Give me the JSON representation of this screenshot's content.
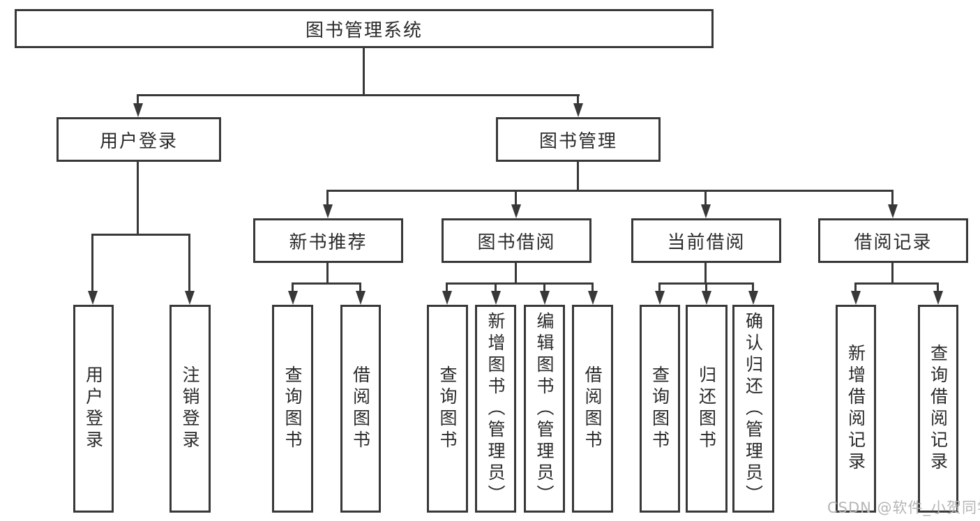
{
  "tree": {
    "label": "图书管理系统",
    "children": [
      {
        "label": "用户登录",
        "children": [
          {
            "label": "用户登录"
          },
          {
            "label": "注销登录"
          }
        ]
      },
      {
        "label": "图书管理",
        "children": [
          {
            "label": "新书推荐",
            "children": [
              {
                "label": "查询图书"
              },
              {
                "label": "借阅图书"
              }
            ]
          },
          {
            "label": "图书借阅",
            "children": [
              {
                "label": "查询图书"
              },
              {
                "label": "新增图书（管理员）"
              },
              {
                "label": "编辑图书（管理员）"
              },
              {
                "label": "借阅图书"
              }
            ]
          },
          {
            "label": "当前借阅",
            "children": [
              {
                "label": "查询图书"
              },
              {
                "label": "归还图书"
              },
              {
                "label": "确认归还（管理员）"
              }
            ]
          },
          {
            "label": "借阅记录",
            "children": [
              {
                "label": "新增借阅记录"
              },
              {
                "label": "查询借阅记录"
              }
            ]
          }
        ]
      }
    ]
  },
  "watermark": {
    "text": "CSDN @软件_小贺同学"
  },
  "colors": {
    "line": "#383838",
    "text": "#2a2a2a",
    "watermark": "#b5b5b5",
    "background": "#ffffff"
  }
}
